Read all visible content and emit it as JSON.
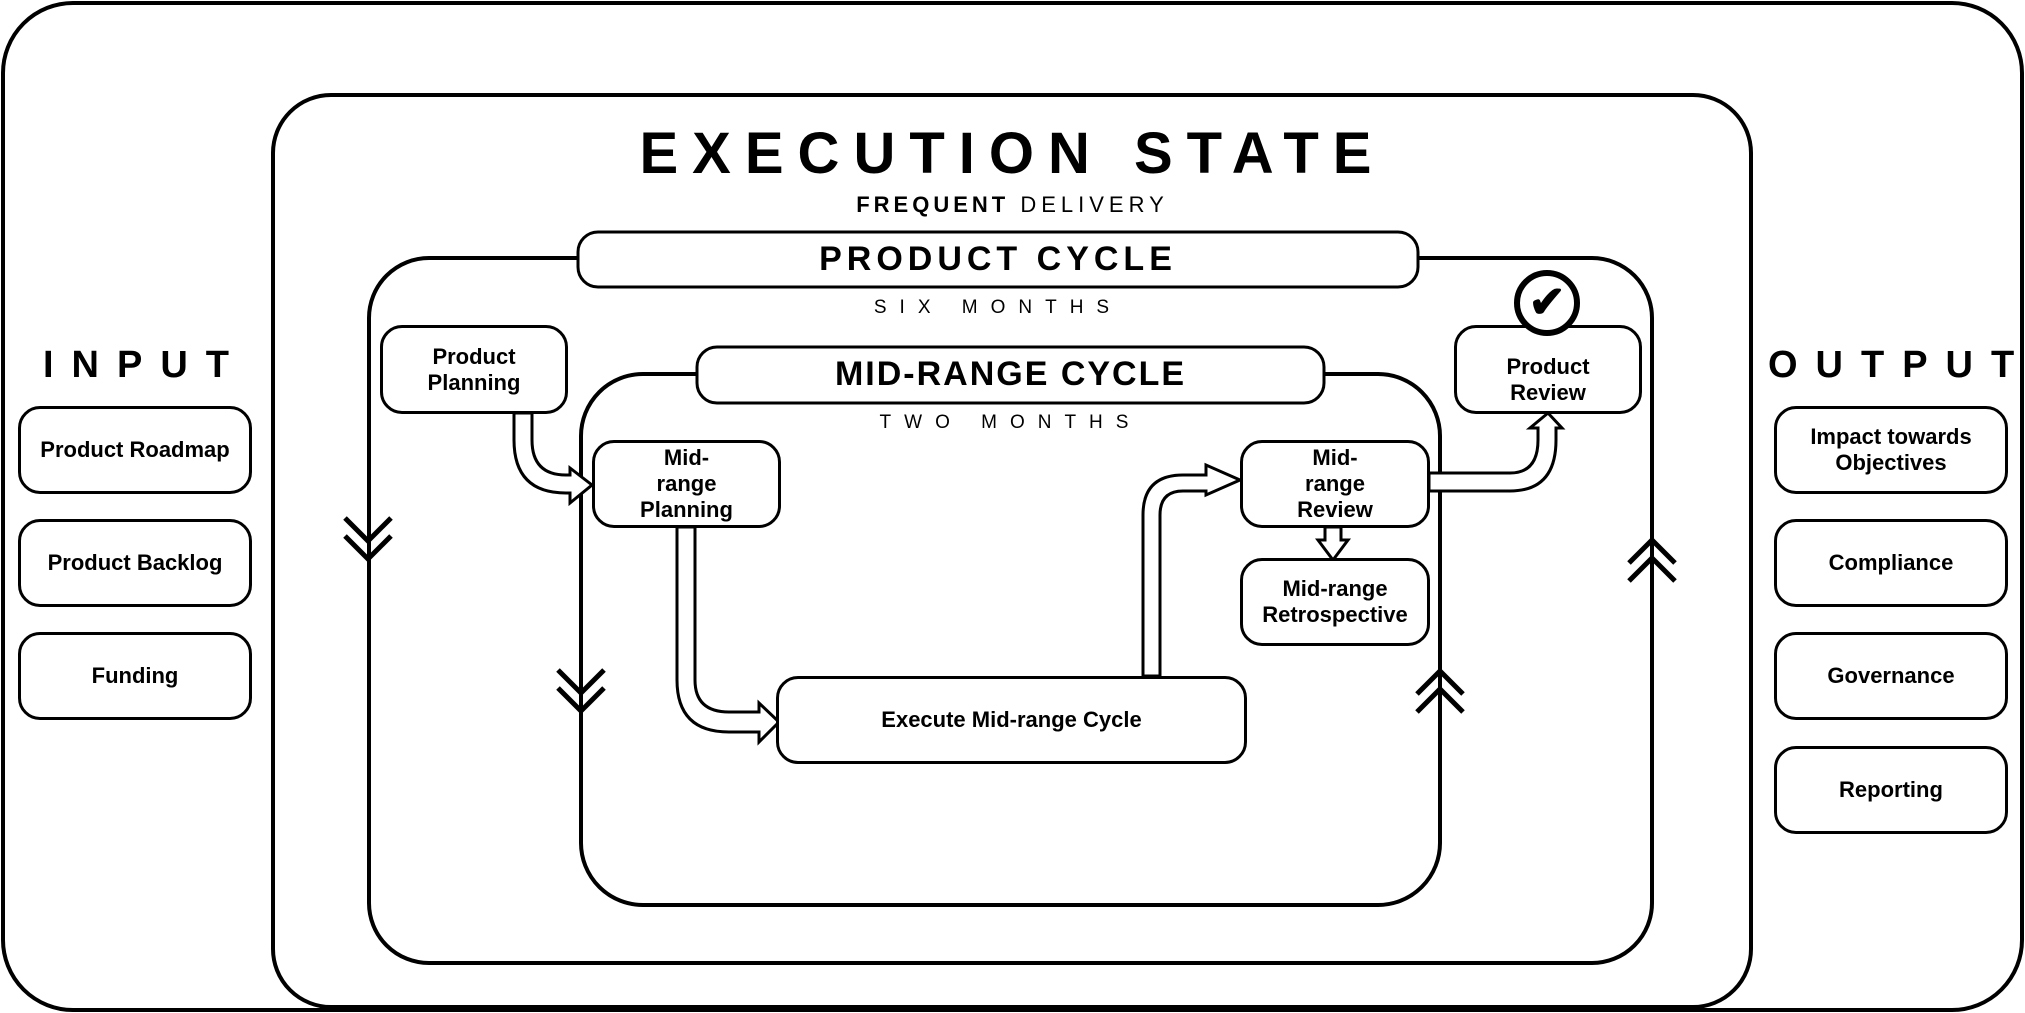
{
  "header": {
    "title": "EXECUTION STATE",
    "subtitle_bold": "FREQUENT",
    "subtitle_light": "DELIVERY"
  },
  "input": {
    "title": "INPUT",
    "items": [
      {
        "label": "Product Roadmap"
      },
      {
        "label": "Product Backlog"
      },
      {
        "label": "Funding"
      }
    ]
  },
  "output": {
    "title": "OUTPUT",
    "items": [
      {
        "label": "Impact towards Objectives"
      },
      {
        "label": "Compliance"
      },
      {
        "label": "Governance"
      },
      {
        "label": "Reporting"
      }
    ]
  },
  "product_cycle": {
    "title": "PRODUCT CYCLE",
    "duration": "SIX MONTHS",
    "planning": "Product Planning",
    "review": "Product Review",
    "review_icon": "checkmark-circle-icon"
  },
  "mid_range_cycle": {
    "title": "MID-RANGE CYCLE",
    "duration": "TWO MONTHS",
    "planning": "Mid-range Planning",
    "execute": "Execute Mid-range Cycle",
    "review": "Mid-range Review",
    "retrospective": "Mid-range Retrospective"
  },
  "icons": {
    "flow_down": "double-chevron-down-icon",
    "flow_up": "double-chevron-up-icon",
    "connector": "hollow-arrow-icon"
  },
  "colors": {
    "stroke": "#000000",
    "background": "#ffffff"
  }
}
